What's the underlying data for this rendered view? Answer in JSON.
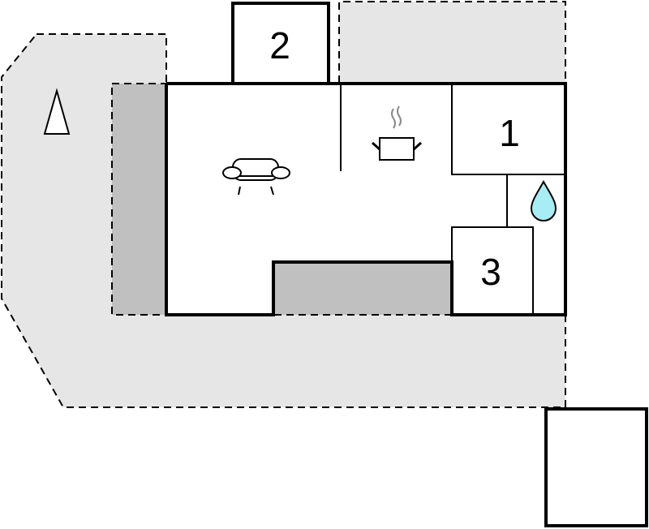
{
  "rooms": {
    "room_1": "1",
    "room_2": "2",
    "room_3": "3"
  },
  "icons": [
    "tree-icon",
    "sofa-icon",
    "cooking-pot-icon",
    "water-drop-icon"
  ],
  "colors": {
    "terrace": "#e6e6e6",
    "covered": "#c0c0c0",
    "water": "#a8ecf4",
    "wall": "#000000"
  }
}
